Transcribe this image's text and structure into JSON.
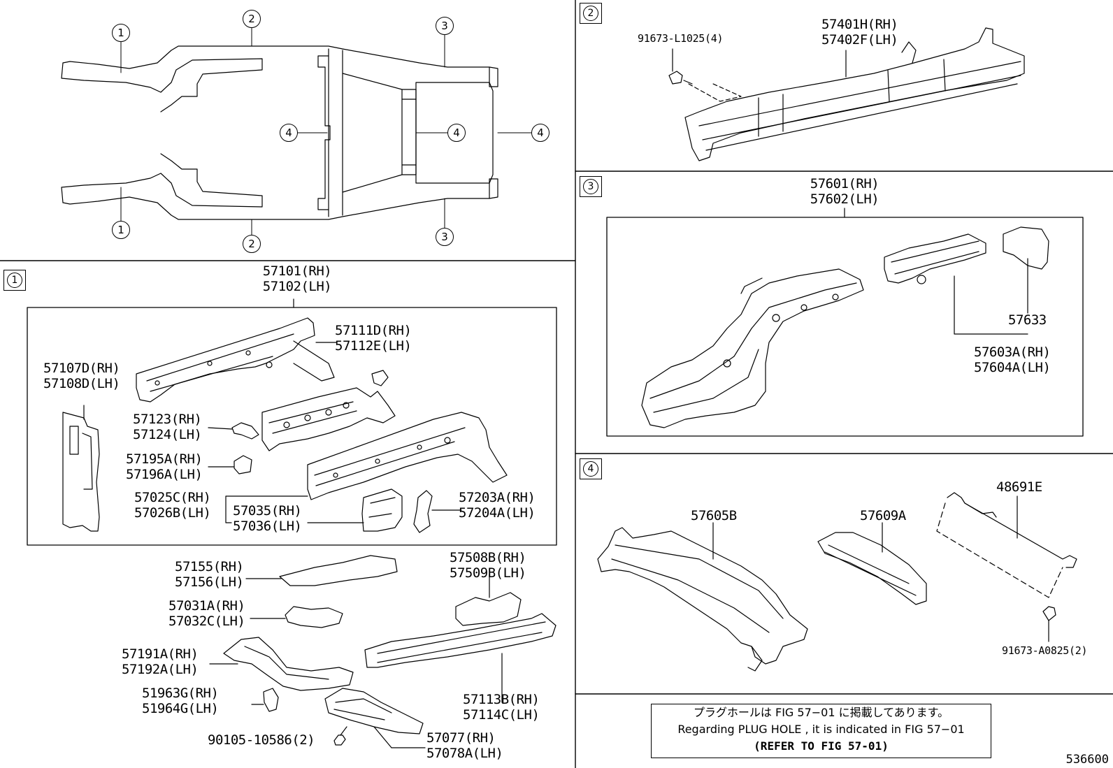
{
  "callouts": [
    "1",
    "2",
    "3",
    "4"
  ],
  "section_tags": {
    "s1": "1",
    "s2": "2",
    "s3": "3",
    "s4": "4"
  },
  "sec1": {
    "p57101": [
      "57101(RH)",
      "57102(LH)"
    ],
    "p57111": [
      "57111D(RH)",
      "57112E(LH)"
    ],
    "p57107": [
      "57107D(RH)",
      "57108D(LH)"
    ],
    "p57123": [
      "57123(RH)",
      "57124(LH)"
    ],
    "p57195": [
      "57195A(RH)",
      "57196A(LH)"
    ],
    "p57025": [
      "57025C(RH)",
      "57026B(LH)"
    ],
    "p57035": [
      "57035(RH)",
      "57036(LH)"
    ],
    "p57203": [
      "57203A(RH)",
      "57204A(LH)"
    ],
    "p57155": [
      "57155(RH)",
      "57156(LH)"
    ],
    "p57508": [
      "57508B(RH)",
      "57509B(LH)"
    ],
    "p57031": [
      "57031A(RH)",
      "57032C(LH)"
    ],
    "p57191": [
      "57191A(RH)",
      "57192A(LH)"
    ],
    "p51963": [
      "51963G(RH)",
      "51964G(LH)"
    ],
    "p57113": [
      "57113B(RH)",
      "57114C(LH)"
    ],
    "p90105": "90105-10586(2)",
    "p57077": [
      "57077(RH)",
      "57078A(LH)"
    ]
  },
  "sec2": {
    "p91673": "91673-L1025(4)",
    "p57401": [
      "57401H(RH)",
      "57402F(LH)"
    ]
  },
  "sec3": {
    "p57601": [
      "57601(RH)",
      "57602(LH)"
    ],
    "p57633": "57633",
    "p57603": [
      "57603A(RH)",
      "57604A(LH)"
    ]
  },
  "sec4": {
    "p57605": "57605B",
    "p57609": "57609A",
    "p48691": "48691E",
    "p91673b": "91673-A0825(2)"
  },
  "note": {
    "jp": "プラグホールは FIG 57−01 に掲載してあります。",
    "en": "Regarding  PLUG  HOLE , it is indicated in FIG  57−01",
    "ref": "(REFER  TO  FIG  57-01)"
  },
  "diagram_id": "536600"
}
